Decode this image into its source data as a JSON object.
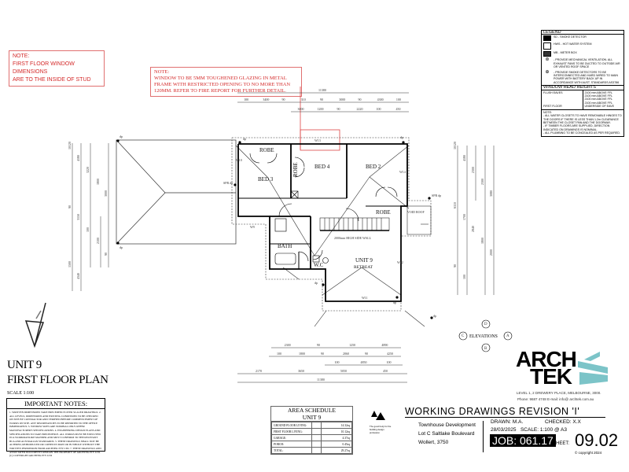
{
  "notes": {
    "stud_note": [
      "NOTE:",
      "FIRST FLOOR WINDOW DIMENSIONS",
      "ARE TO THE INSIDE OF STUD"
    ],
    "window_note": [
      "NOTE:",
      "WINDOW TO BE 5MM TOUGHENED GLAZING IN METAL",
      "FRAME WITH RESTRICTED OPENING TO NO MORE THAN",
      "120MM. REFER TO FIRE REPORT FOR FURTHER DETAIL."
    ]
  },
  "plan": {
    "title_line1": "UNIT 9",
    "title_line2": "FIRST FLOOR PLAN",
    "scale": "SCALE 1:100",
    "rooms": {
      "robe1": "ROBE",
      "bed3": "BED 3",
      "robe2": "ROBE",
      "bed4": "BED 4",
      "bed2": "BED 2",
      "robe3": "ROBE",
      "bath": "BATH",
      "wc": "W.C",
      "unit9": "UNIT 9",
      "retreat": "RETREAT",
      "void": "VOID ROOF"
    },
    "windows": {
      "w13": "W13",
      "w14": "W14",
      "w11": "W11",
      "w10": "W10",
      "w9": "W9",
      "w12": "W12"
    },
    "downpipes": {
      "dp1": "dp",
      "dp2": "dp",
      "dp3": "dp",
      "dp4": "dp",
      "dp5": "SPR dp",
      "dp6": "dp",
      "dp7": "SPR dp",
      "dp8": "dp",
      "dp9": "dp"
    },
    "stair_note": "2000mm HIGH SIDE WALL",
    "elevations": {
      "label": "ELEVATIONS",
      "top": "D",
      "left": "C",
      "right": "A",
      "bottom": "B"
    },
    "dims_top": {
      "overall": "11380",
      "row1": [
        "100",
        "3400",
        "90",
        "310",
        "90",
        "3000",
        "90",
        "4300",
        "100"
      ],
      "row2": [
        "3000",
        "1200",
        "90",
        "2220",
        "100",
        "450"
      ]
    },
    "dims_bottom": {
      "row1": [
        "2300",
        "90",
        "1250",
        "4890"
      ],
      "row2": [
        "100",
        "1800",
        "90",
        "2060",
        "90",
        "4250"
      ],
      "row3": [
        "100",
        "4850",
        "100"
      ],
      "row4": [
        "2170",
        "3650",
        "5050",
        "450"
      ],
      "overall": "11380"
    },
    "dims_left": [
      "10120",
      "4180",
      "3220",
      "1800",
      "3000",
      "90",
      "3150",
      "100",
      "2100",
      "90",
      "1500",
      "4340"
    ],
    "dims_right": [
      "10120",
      "4180",
      "2300",
      "2300",
      "3080",
      "6110",
      "1700",
      "2840",
      "1800",
      "2000",
      "90",
      "100"
    ]
  },
  "legend": {
    "title": "LEGEND",
    "items": [
      "SD - SMOKE DETECTOR",
      "HWS - HOT WATER SYSTEM",
      "MB - METER BOX",
      "- PROVIDE MECHANICAL VENTILATION. ALL EXHAUST FANS TO BE DUCTED TO OUTSIDE AIR OR VENTED ROOF SPACE",
      "- PROVIDE SMOKE DETECTORS TO BE INTERCONNECTED AND HARD WIRED TO MAIN POWER WITH BATTERY BACK UP IN ACCORDANCE WITH AUST. STANDARDS AS3786"
    ],
    "window_heads_title": "WINDOW HEAD HEIGHTS",
    "window_heads_left": [
      "FLUSH EAVES",
      "FIRST FLOOR"
    ],
    "window_heads_right": [
      "2100 mm ABOVE FFL",
      "2100 mm ABOVE FFL",
      "2100 mm ABOVE FFL",
      "2100 mm ABOVE FFL",
      "UNDERSIDE OF EAVE"
    ],
    "note_title": "NOTE:",
    "note_lines": [
      "- ALL WATER CLOSETS TO HAVE REMOVABLE HINGES TO THE DOORS IF THERE IS LESS THAN 1.2m CLEARANCE BETWEEN THE CLOSET PAN AND THE DOORWAY.",
      "- IF TIMBER FLOORS ARE SUPPLIED, DIRECTION INDICATED ON DRAWINGS IS NOMINAL.",
      "- ALL PLUMBING TO BE CONCEALED AS PER REQUIRED."
    ]
  },
  "important_notes": {
    "title": "IMPORTANT NOTES:",
    "body": "1. WRITTEN DIMENSIONS TAKE PRECEDENCE OVER SCALED DRAWINGS. 2. ALL LEVELS, DIMENSIONS AND EXISTING CONDITIONS TO BE CHECKED ON SITE BY CONTRACTOR AND VERIFIED BEFORE COMMENCEMENT OF WORKS ON SITE. ANY DISCREPANCIES TO BE REPORTED TO THE OFFICE IMMEDIATELY. 3. WINDOW SIZES ARE NOMINAL ONLY. REFER MANUFACTURER'S SPECIFICATIONS. 4. ENGINEERING DESIGN PLANS AND SPECIFICATIONS TO TAKE PRECEDENCE. ALL WORKS MUST BE EXECUTED IN A WORKMANLIKE MANNER AND MUST CONFORM TO THE RELEVANT BCA AND AUSTRALIAN STANDARDS. 5. THESE DRAWINGS SHALL NOT BE ALTERED, REPRODUCED OR COPIED IN PART OR IN WHOLE WITHOUT THE WRITTEN PERMISSION FROM ARCHTEK PTY LTD. 7. THESE DRAWINGS AND ASSOCIATED DOCUMENTS REMAIN THE PROPERTY OF ARCHTEK PTY LTD. (C) COPYRIGHT ARCHTEK PTY LTD"
  },
  "area_schedule": {
    "title": "AREA SCHEDULE",
    "subtitle": "UNIT 9",
    "rows": [
      {
        "label": "GROUND FLOOR LIVING:",
        "value": "14.32sq"
      },
      {
        "label": "FIRST FLOOR LIVING:",
        "value": "10.12sq"
      },
      {
        "label": "GARAGE:",
        "value": "4.37sq"
      },
      {
        "label": "PORCH:",
        "value": "0.45sq"
      },
      {
        "label": "TOTAL:",
        "value": "29.27sq"
      }
    ]
  },
  "title_block": {
    "logo_text": [
      "ARCH",
      "TEK"
    ],
    "address": "LEVEL 1, 2 DREWERY PLACE, MELBOURNE, 3000.",
    "contact": "Phone: 9687 4748 E-mail: info@ archtek.com.au",
    "revision": "WORKING DRAWINGS REVISION 'I'",
    "project": [
      "Townhouse Development",
      "Lot C Saltlake Boulevard",
      "Wollert, 3750"
    ],
    "drawn": "DRAWN:  M.A.",
    "checked": "CHECKED: X.X",
    "date_scale": "28/03/2025   SCALE: 1:100 @ A3",
    "job": "JOB: 061.17",
    "sheet_label": "SHEET:",
    "sheet": "09.02",
    "copyright": "© copyright 2024",
    "badge_text": "The good body for the building design profession",
    "accent": "#7cc4c8"
  }
}
